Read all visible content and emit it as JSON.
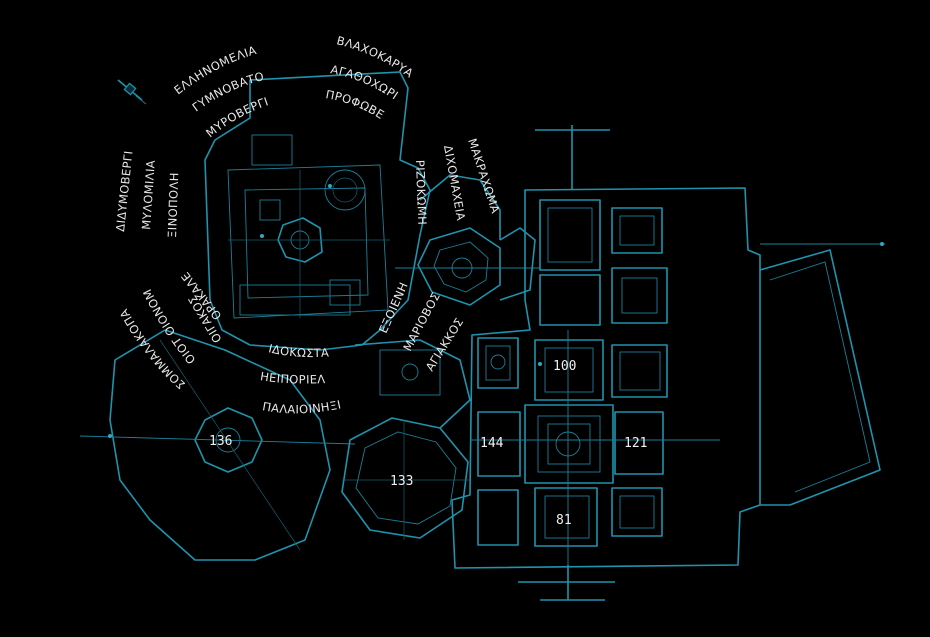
{
  "place_labels": [
    "ΕΛΛΗΝΟΜΕΛΙΑ",
    "ΓΥΜΝΟΒΑΤΟ",
    "ΜΥΡΟΒΕΡΓΙ",
    "ΒΛΑΧΟΚΑΡΥΑ",
    "ΑΓΑΘΟΧΩΡΙ",
    "ΠΡΟΦΩΒΕ",
    "ΔΙΔΥΜΟΒΕΡΓΙ",
    "ΜΥΛΟΜΙΛΙΑ",
    "ΞΙΝΟΠΟΛΗ",
    "ΡΙΖΟΚΩΜΗ",
    "ΔΙΧΟΜΑΧΕΙΑ",
    "ΜΑΚΡΑΧΩΜΑ",
    "ΕΞΟΙΕΝΗ",
    "ΜΑΡΙΟΒΟΣ",
    "ΑΓΙΑΚΚΟΣ",
    "ΟΙΓΑΚΟΣ",
    "ΟΙΟΤ ΟΙΟΝΟΜ",
    "ΟΡΑΚΑΛΕ",
    "ΣΟΜΜΑΛΑΚΟΠΑ",
    "ΙΔΟΚΩΣΤΑ",
    "ΗΕΙΠΟΡΙΕΛ",
    "ΠΑΛΑΙΟΙΝΗΞΙ"
  ],
  "room_numbers": [
    "100",
    "136",
    "144",
    "121",
    "133",
    "81"
  ],
  "colors": {
    "background": "#000000",
    "plan_line": "#1f93ad",
    "label": "#e8e8e8"
  },
  "icons": {
    "compass": "north-arrow-icon"
  }
}
